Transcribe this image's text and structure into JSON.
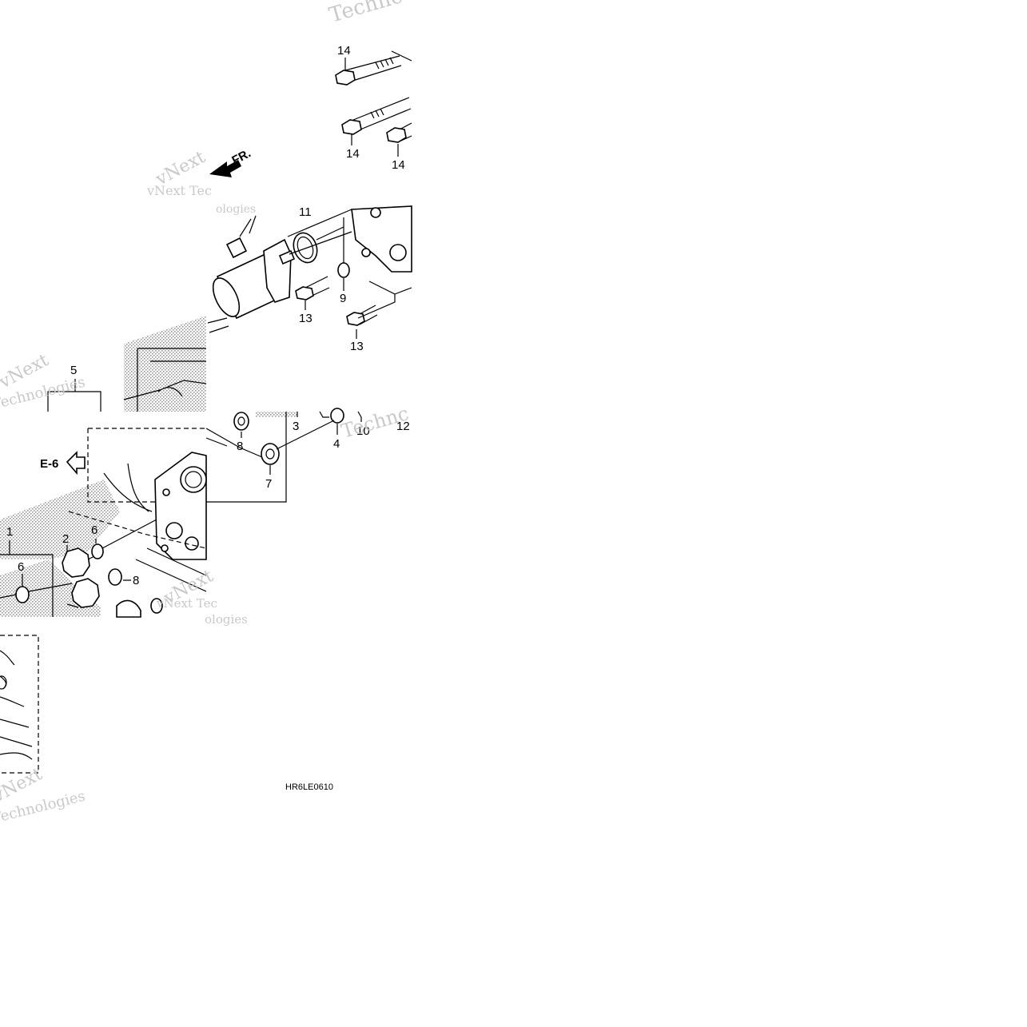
{
  "diagram": {
    "callouts": {
      "c1": "1",
      "c2": "2",
      "c3": "3",
      "c4": "4",
      "c5": "5",
      "c6a": "6",
      "c6b": "6",
      "c7": "7",
      "c8a": "8",
      "c8b": "8",
      "c9": "9",
      "c10": "10",
      "c11": "11",
      "c12": "12",
      "c13a": "13",
      "c13b": "13",
      "c14a": "14",
      "c14b": "14",
      "c14c": "14"
    },
    "direction_label": "FR.",
    "reference_label": "E-6",
    "diagram_code": "HR6LE0610"
  },
  "watermark": {
    "brand": "vNext",
    "line2": "Technologies",
    "tile_ra": "vNext Tec",
    "tile_rb": "ologies",
    "tile_rc": "Technc",
    "tile_rd": "vNext Tec",
    "tile_re": "ologies",
    "tile_rf": "Technologies"
  }
}
